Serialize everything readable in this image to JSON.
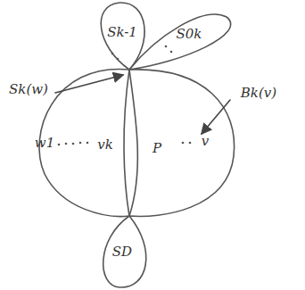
{
  "diagram": {
    "labels": [
      "Sk-1",
      "S0k",
      "Sk(w)",
      "Bk(v)",
      "w1",
      "vk",
      "P",
      "v",
      "SD"
    ]
  }
}
